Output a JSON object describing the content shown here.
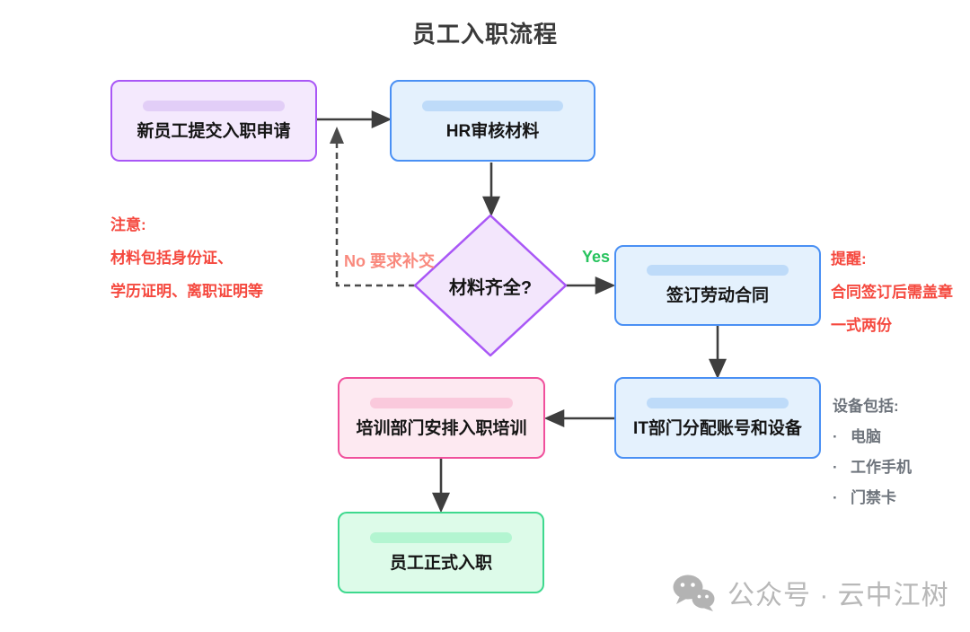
{
  "title": "员工入职流程",
  "nodes": {
    "submit": {
      "label": "新员工提交入职申请"
    },
    "hr_review": {
      "label": "HR审核材料"
    },
    "decision": {
      "label": "材料齐全?"
    },
    "contract": {
      "label": "签订劳动合同"
    },
    "it_assign": {
      "label": "IT部门分配账号和设备"
    },
    "training": {
      "label": "培训部门安排入职培训"
    },
    "onboard": {
      "label": "员工正式入职"
    }
  },
  "edge_labels": {
    "no": "No 要求补交",
    "yes": "Yes"
  },
  "notes": {
    "materials": {
      "title": "注意:",
      "lines": [
        "材料包括身份证、",
        "学历证明、离职证明等"
      ]
    },
    "contract": {
      "title": "提醒:",
      "lines": [
        "合同签订后需盖章",
        "一式两份"
      ]
    },
    "equipment": {
      "title": "设备包括:",
      "bullet": "·",
      "items": [
        "电脑",
        "工作手机",
        "门禁卡"
      ]
    }
  },
  "watermark": {
    "text": "公众号 · 云中江树"
  },
  "colors": {
    "purple_border": "#a957f6",
    "purple_fill": "#f4e9fd",
    "blue_border": "#4a90f4",
    "blue_fill": "#e4f1fd",
    "pink_border": "#f0509c",
    "pink_fill": "#fde9f1",
    "green_border": "#3ed98e",
    "green_fill": "#ddfbe9",
    "note_red": "#f5493f",
    "label_no_salmon": "#f9897d",
    "label_yes_green": "#28c35e",
    "note_gray": "#6e747c",
    "arrow": "#3e3e3e",
    "watermark_gray": "#b8b8b8"
  }
}
